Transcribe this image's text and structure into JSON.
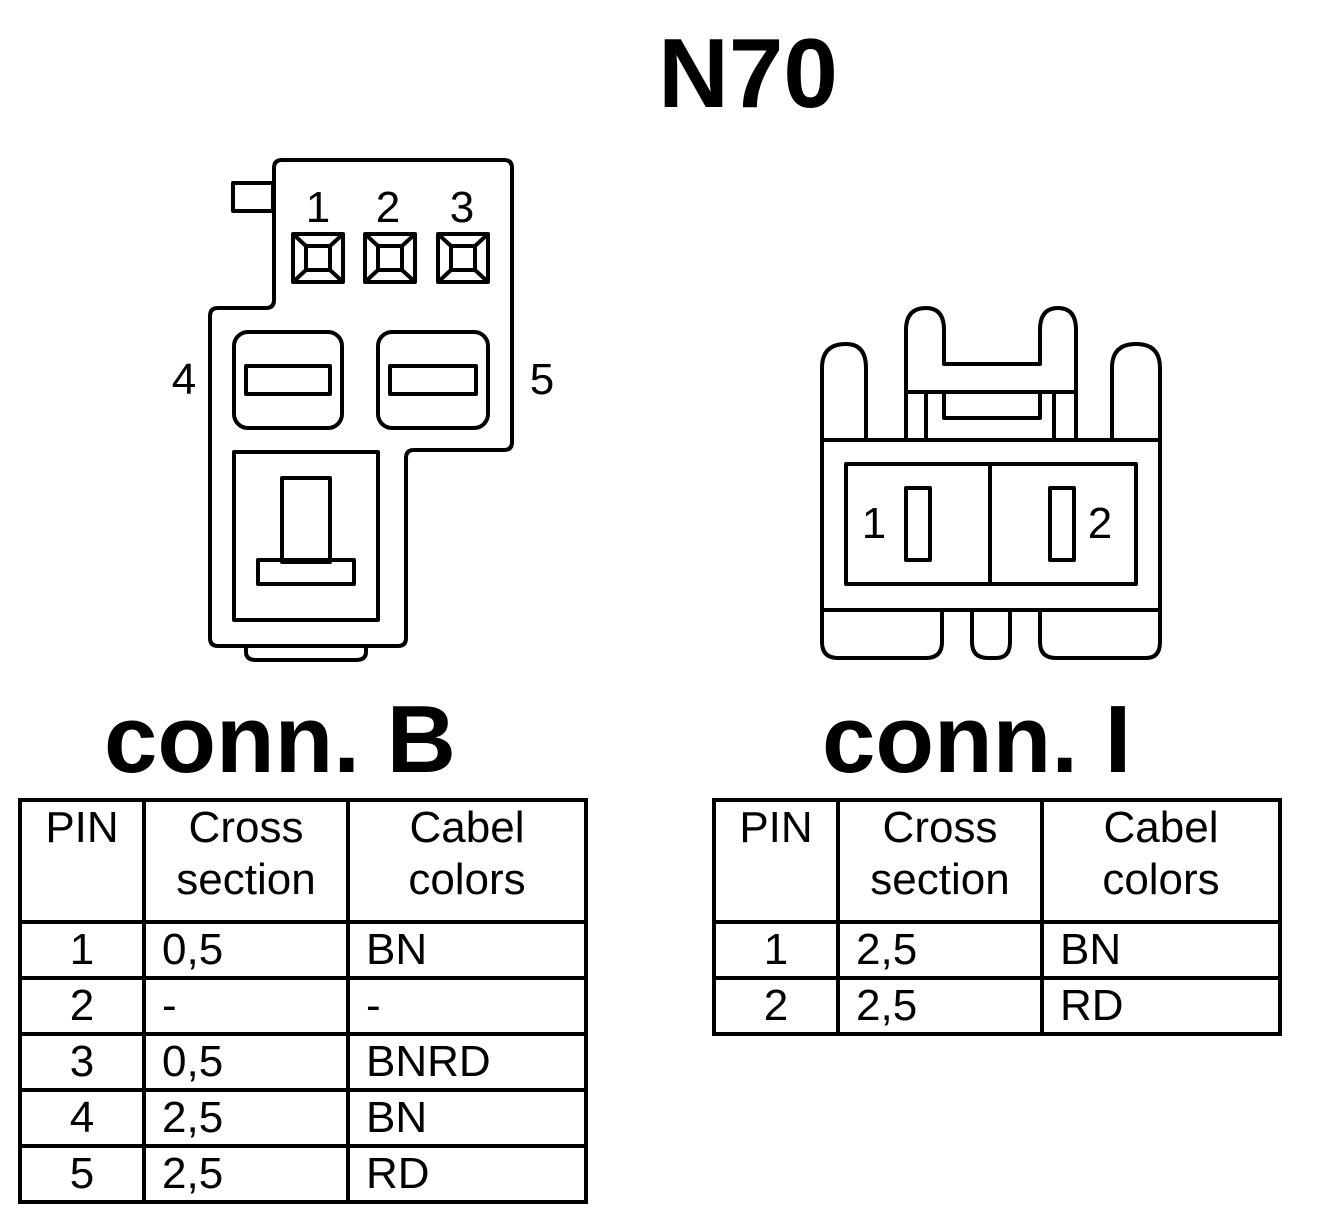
{
  "title": "N70",
  "connectors": [
    {
      "name": "conn. B",
      "pin_labels": [
        "1",
        "2",
        "3",
        "4",
        "5"
      ],
      "table": {
        "headers": [
          [
            "PIN"
          ],
          [
            "Cross",
            "section"
          ],
          [
            "Cabel",
            "colors"
          ]
        ],
        "rows": [
          {
            "pin": "1",
            "cross": "0,5",
            "color": "BN"
          },
          {
            "pin": "2",
            "cross": "-",
            "color": "-"
          },
          {
            "pin": "3",
            "cross": "0,5",
            "color": "BNRD"
          },
          {
            "pin": "4",
            "cross": "2,5",
            "color": "BN"
          },
          {
            "pin": "5",
            "cross": "2,5",
            "color": "RD"
          }
        ]
      }
    },
    {
      "name": "conn. I",
      "pin_labels": [
        "1",
        "2"
      ],
      "table": {
        "headers": [
          [
            "PIN"
          ],
          [
            "Cross",
            "section"
          ],
          [
            "Cabel",
            "colors"
          ]
        ],
        "rows": [
          {
            "pin": "1",
            "cross": "2,5",
            "color": "BN"
          },
          {
            "pin": "2",
            "cross": "2,5",
            "color": "RD"
          }
        ]
      }
    }
  ]
}
